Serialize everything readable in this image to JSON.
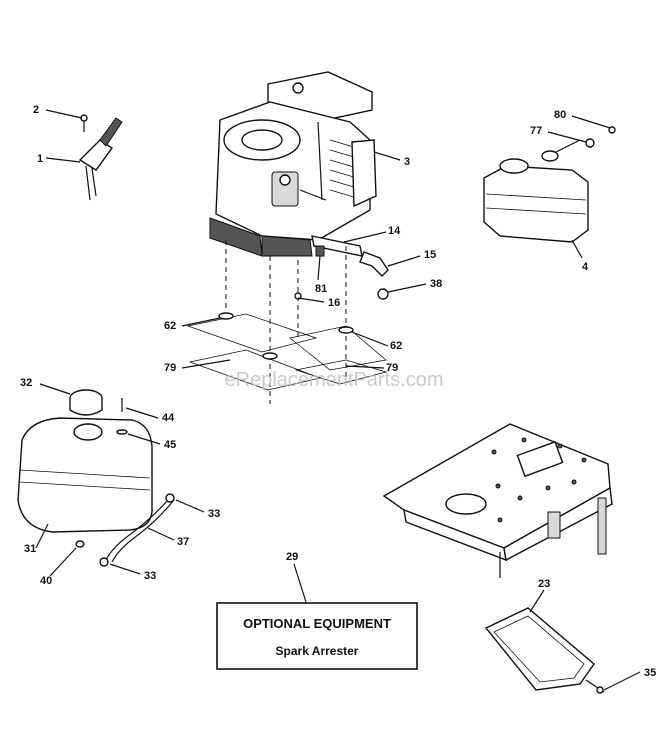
{
  "watermark": "eReplacementParts.com",
  "optional_box": {
    "title": "OPTIONAL EQUIPMENT",
    "subtitle": "Spark Arrester"
  },
  "callouts": [
    {
      "id": "c2",
      "label": "2"
    },
    {
      "id": "c1",
      "label": "1"
    },
    {
      "id": "c3",
      "label": "3"
    },
    {
      "id": "c80",
      "label": "80"
    },
    {
      "id": "c77",
      "label": "77"
    },
    {
      "id": "c4",
      "label": "4"
    },
    {
      "id": "c14",
      "label": "14"
    },
    {
      "id": "c15",
      "label": "15"
    },
    {
      "id": "c81",
      "label": "81"
    },
    {
      "id": "c38",
      "label": "38"
    },
    {
      "id": "c16",
      "label": "16"
    },
    {
      "id": "c62a",
      "label": "62"
    },
    {
      "id": "c62b",
      "label": "62"
    },
    {
      "id": "c79a",
      "label": "79"
    },
    {
      "id": "c79b",
      "label": "79"
    },
    {
      "id": "c32",
      "label": "32"
    },
    {
      "id": "c44",
      "label": "44"
    },
    {
      "id": "c45",
      "label": "45"
    },
    {
      "id": "c33a",
      "label": "33"
    },
    {
      "id": "c37",
      "label": "37"
    },
    {
      "id": "c31",
      "label": "31"
    },
    {
      "id": "c40",
      "label": "40"
    },
    {
      "id": "c33b",
      "label": "33"
    },
    {
      "id": "c29",
      "label": "29"
    },
    {
      "id": "c23",
      "label": "23"
    },
    {
      "id": "c35",
      "label": "35"
    }
  ]
}
